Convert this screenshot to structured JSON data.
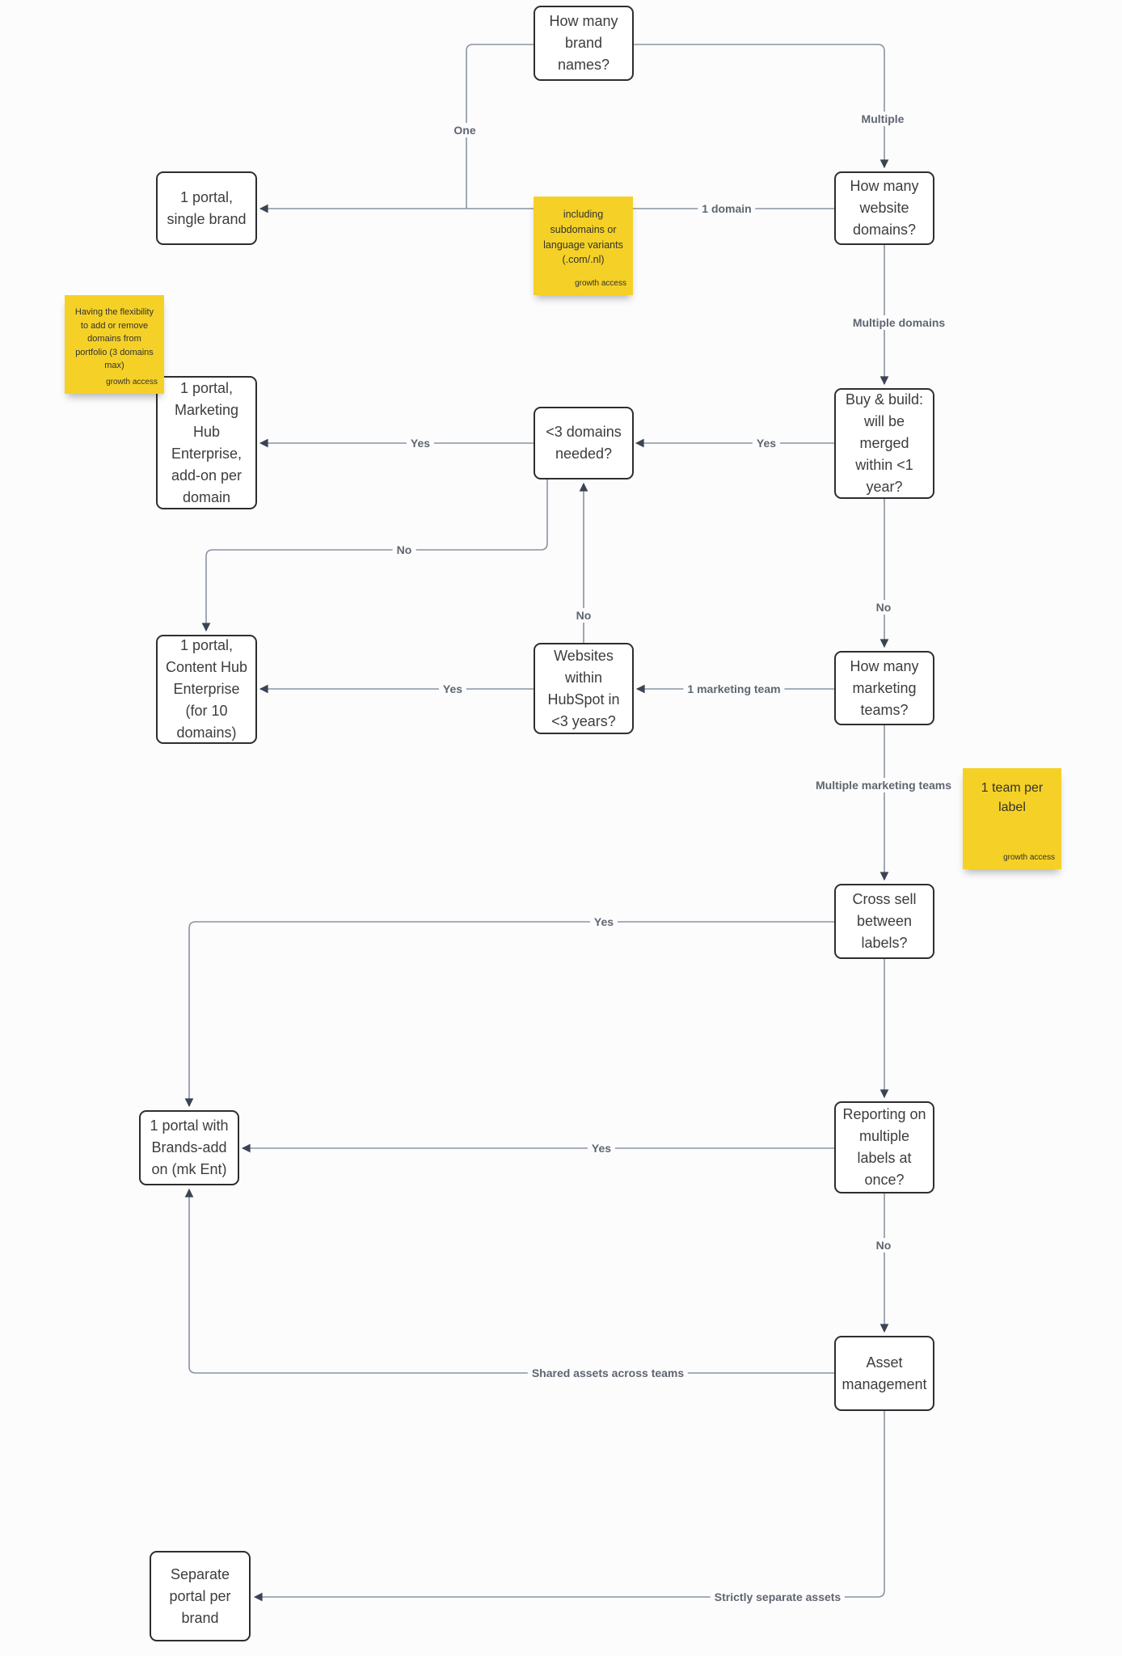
{
  "diagram": {
    "nodes": {
      "brand_names": {
        "label": "How many\nbrand\nnames?"
      },
      "website_domains": {
        "label": "How many\nwebsite\ndomains?"
      },
      "single_brand": {
        "label": "1 portal,\nsingle brand"
      },
      "lt3_domains": {
        "label": "<3 domains\nneeded?"
      },
      "buy_build": {
        "label": "Buy & build:\nwill be\nmerged\nwithin <1\nyear?"
      },
      "mkt_hub": {
        "label": "1 portal,\nMarketing\nHub\nEnterprise,\nadd-on per\ndomain"
      },
      "content_hub": {
        "label": "1 portal,\nContent Hub\nEnterprise\n(for 10\ndomains)"
      },
      "websites_hubspot": {
        "label": "Websites\nwithin\nHubSpot in\n<3 years?"
      },
      "marketing_teams": {
        "label": "How many\nmarketing\nteams?"
      },
      "cross_sell": {
        "label": "Cross sell\nbetween\nlabels?"
      },
      "reporting": {
        "label": "Reporting on\nmultiple\nlabels at\nonce?"
      },
      "brands_addon": {
        "label": "1 portal with\nBrands-add\non (mk Ent)"
      },
      "asset_mgmt": {
        "label": "Asset\nmanagement"
      },
      "separate_portal": {
        "label": "Separate\nportal per\nbrand"
      }
    },
    "edge_labels": {
      "one": "One",
      "multiple": "Multiple",
      "one_domain": "1 domain",
      "multiple_domains": "Multiple domains",
      "yes_buy_to_lt3": "Yes",
      "yes_lt3_to_mkt_hub": "Yes",
      "no_lt3_to_content_hub": "No",
      "no_websites_to_lt3": "No",
      "no_buy_to_teams": "No",
      "one_marketing_team": "1 marketing team",
      "yes_websites_to_content_hub": "Yes",
      "multiple_marketing_teams": "Multiple marketing teams",
      "yes_cross_sell": "Yes",
      "yes_reporting": "Yes",
      "no_reporting": "No",
      "shared_assets": "Shared assets across teams",
      "strictly_separate": "Strictly separate assets"
    },
    "notes": {
      "subdomains": {
        "text": "including\nsubdomains or\nlanguage variants\n(.com/.nl)",
        "tag": "growth access"
      },
      "flexibility": {
        "text": "Having the flexibility\nto add or remove\ndomains from\nportfolio (3 domains\nmax)",
        "tag": "growth access"
      },
      "team_per_label": {
        "text": "1 team per\nlabel",
        "tag": "growth access"
      }
    },
    "colors": {
      "sticky_yellow": "#F5D128",
      "box_border": "#2e2e2e",
      "connector": "#8a93a1",
      "arrowhead": "#3b4454",
      "background": "#fcfcfd"
    }
  }
}
